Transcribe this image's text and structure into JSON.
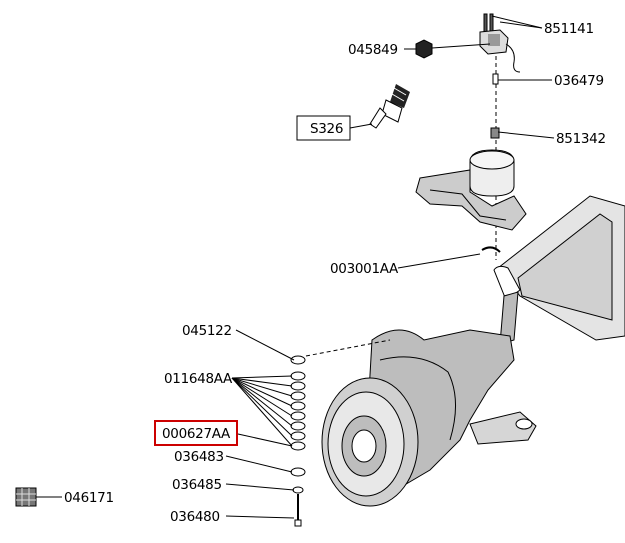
{
  "diagram": {
    "highlight_color": "#cc0000",
    "labels": {
      "p851141": "851141",
      "p045849": "045849",
      "p036479": "036479",
      "s326": "S326",
      "p851342": "851342",
      "p003001AA": "003001AA",
      "p045122": "045122",
      "p011648AA": "011648AA",
      "p000627AA": "000627AA",
      "p036483": "036483",
      "p036485": "036485",
      "p036480": "036480",
      "p046171": "046171"
    }
  }
}
